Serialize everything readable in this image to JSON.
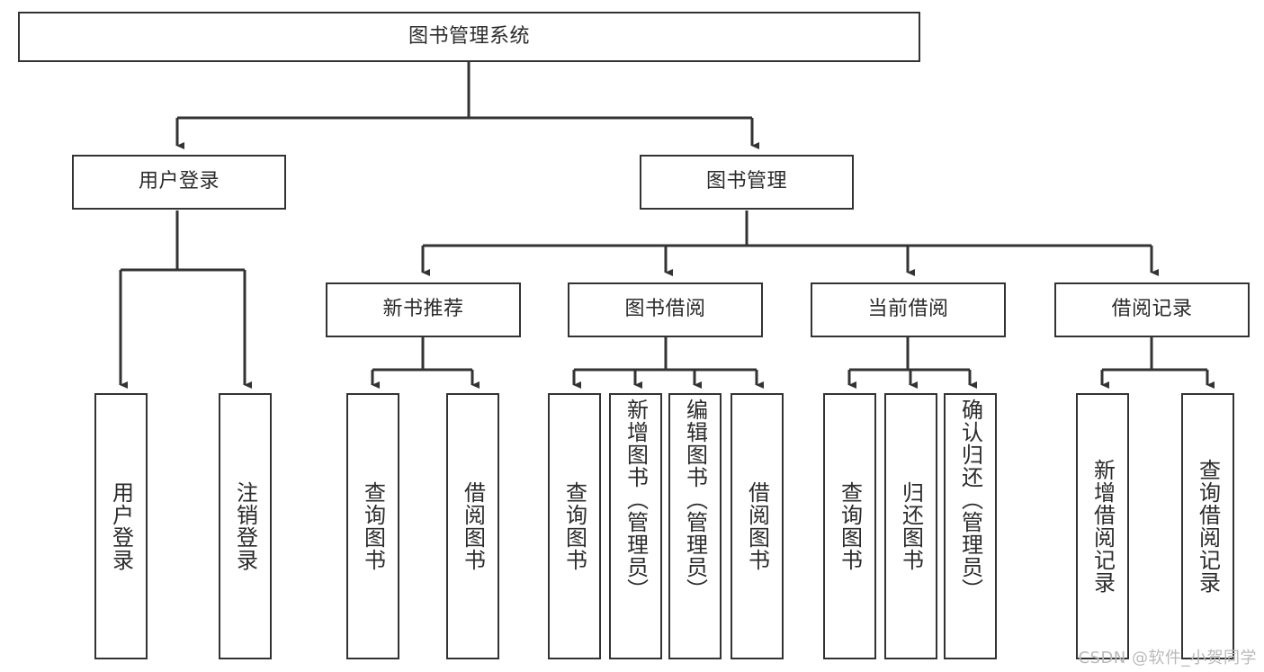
{
  "diagram": {
    "title": "图书管理系统",
    "watermark": "CSDN @软件_小贺同学",
    "colors": {
      "box_border": "#333333",
      "box_fill": "#ffffff",
      "connector": "#333333",
      "text": "#2b2b2b",
      "watermark": "#b9b9b9"
    },
    "root": {
      "label": "图书管理系统"
    },
    "level2": [
      {
        "label": "用户登录"
      },
      {
        "label": "图书管理"
      }
    ],
    "level3": [
      {
        "label": "新书推荐"
      },
      {
        "label": "图书借阅"
      },
      {
        "label": "当前借阅"
      },
      {
        "label": "借阅记录"
      }
    ],
    "leaves": {
      "user_login": [
        {
          "label": "用户登录"
        },
        {
          "label": "注销登录"
        }
      ],
      "new_book_recommend": [
        {
          "label": "查询图书"
        },
        {
          "label": "借阅图书"
        }
      ],
      "book_borrow": [
        {
          "label": "查询图书"
        },
        {
          "label": "新增图书（管理员）"
        },
        {
          "label": "编辑图书（管理员）"
        },
        {
          "label": "借阅图书"
        }
      ],
      "current_borrow": [
        {
          "label": "查询图书"
        },
        {
          "label": "归还图书"
        },
        {
          "label": "确认归还（管理员）"
        }
      ],
      "borrow_record": [
        {
          "label": "新增借阅记录"
        },
        {
          "label": "查询借阅记录"
        }
      ]
    }
  }
}
